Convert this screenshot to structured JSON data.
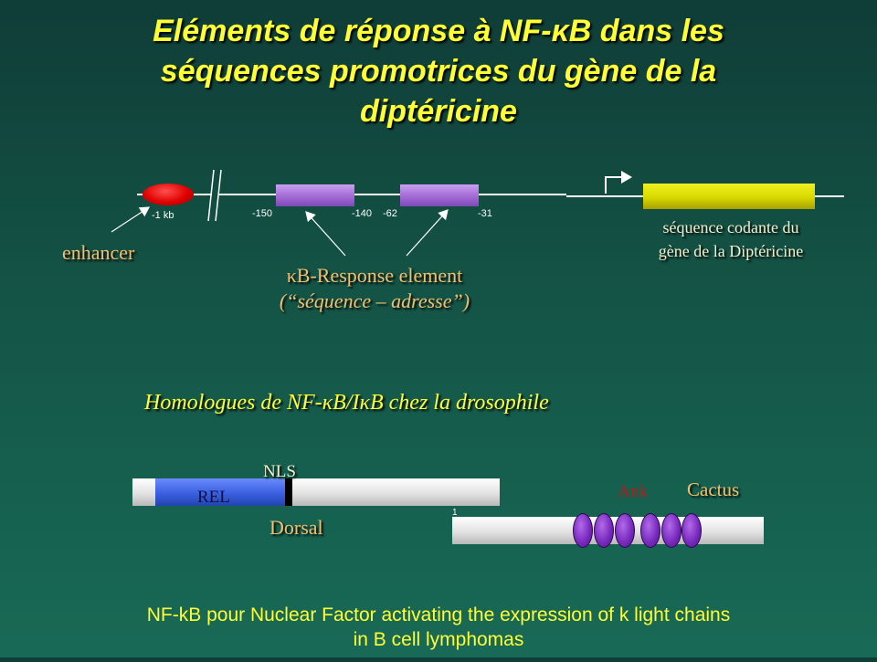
{
  "title": {
    "line1": "Eléments de réponse à NF-κB dans les",
    "line2": "séquences promotrices du gène de la",
    "line3": "diptéricine"
  },
  "promoter": {
    "pos_1kb": "-1 kb",
    "pos_150": "-150",
    "pos_140": "-140",
    "pos_62": "-62",
    "pos_31": "-31",
    "enhancer_label": "enhancer",
    "kb_label_line1": "κB-Response element",
    "kb_label_line2": "(“séquence – adresse”)",
    "coding_line1": "séquence  codante du",
    "coding_line2": "gène de la Diptéricine"
  },
  "homologues": {
    "heading": "Homologues de NF-κB/IκB chez la drosophile",
    "nls": "NLS",
    "rel": "REL",
    "dorsal": "Dorsal",
    "ank": "Ank",
    "cactus": "Cactus",
    "cactus_start": "1"
  },
  "footer": {
    "line1": "NF-kB pour Nuclear Factor activating the expression of k light chains",
    "line2": "in B cell lymphomas"
  },
  "colors": {
    "title": "#ffff33",
    "background": "#145446",
    "enhancer": "#e00000",
    "kb_box": "#a66fd8",
    "coding_box": "#d8d800",
    "rel_domain": "#3a5fe0",
    "ank_repeat": "#7a2cc0",
    "ank_label": "#c01818"
  }
}
